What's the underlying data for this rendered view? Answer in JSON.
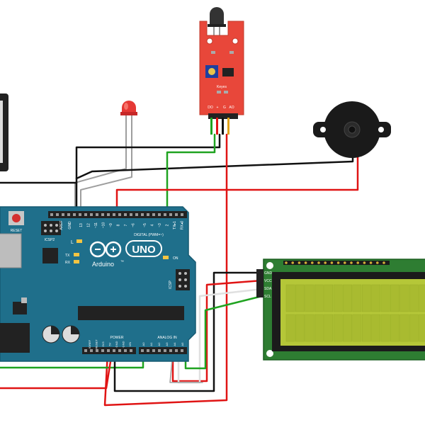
{
  "arduino": {
    "reset_label": "RESET",
    "icsp2_label": "ICSP2",
    "icsp_label": "ICSP",
    "l_label": "L",
    "tx_label": "TX",
    "rx_label": "RX",
    "on_label": "ON",
    "uno_label": "UNO",
    "brand_label": "Arduino",
    "trademark": "™",
    "digital_label": "DIGITAL (PWM=~)",
    "analog_label": "ANALOG IN",
    "power_label": "POWER",
    "aref_label": "AREF",
    "gnd_label": "GND",
    "ioref_label": "IOREF",
    "top_pins": [
      "13",
      "12",
      "~11",
      "~10",
      "~9",
      "8",
      "7",
      "~6",
      "~5",
      "4",
      "~3",
      "2",
      "TX▸1",
      "RX◂0"
    ],
    "power_pins": [
      "IOREF",
      "RESET",
      "3V3",
      "5V",
      "GND",
      "GND",
      "VIN"
    ],
    "analog_pins": [
      "A0",
      "A1",
      "A2",
      "A3",
      "A4",
      "A5"
    ],
    "colors": {
      "board": "#1f6f8b",
      "board_edge": "#175a72",
      "text": "#ffffff"
    }
  },
  "flame_sensor": {
    "label": "Keyes",
    "pins": [
      "DO",
      "+",
      "G",
      "AO"
    ],
    "colors": {
      "board": "#e8473a"
    }
  },
  "lcd": {
    "pin_labels": [
      "GND",
      "VCC",
      "SDA",
      "SCL"
    ],
    "colors": {
      "board": "#2e7d32",
      "screen": "#b5c738"
    }
  },
  "buzzer": {
    "colors": {
      "body": "#1a1a1a"
    }
  },
  "led": {
    "colors": {
      "body": "#e53935"
    }
  },
  "wire_colors": {
    "black": "#111111",
    "red": "#e01414",
    "green": "#1fa320",
    "gray": "#9e9e9e",
    "white": "#e0e0e0"
  }
}
